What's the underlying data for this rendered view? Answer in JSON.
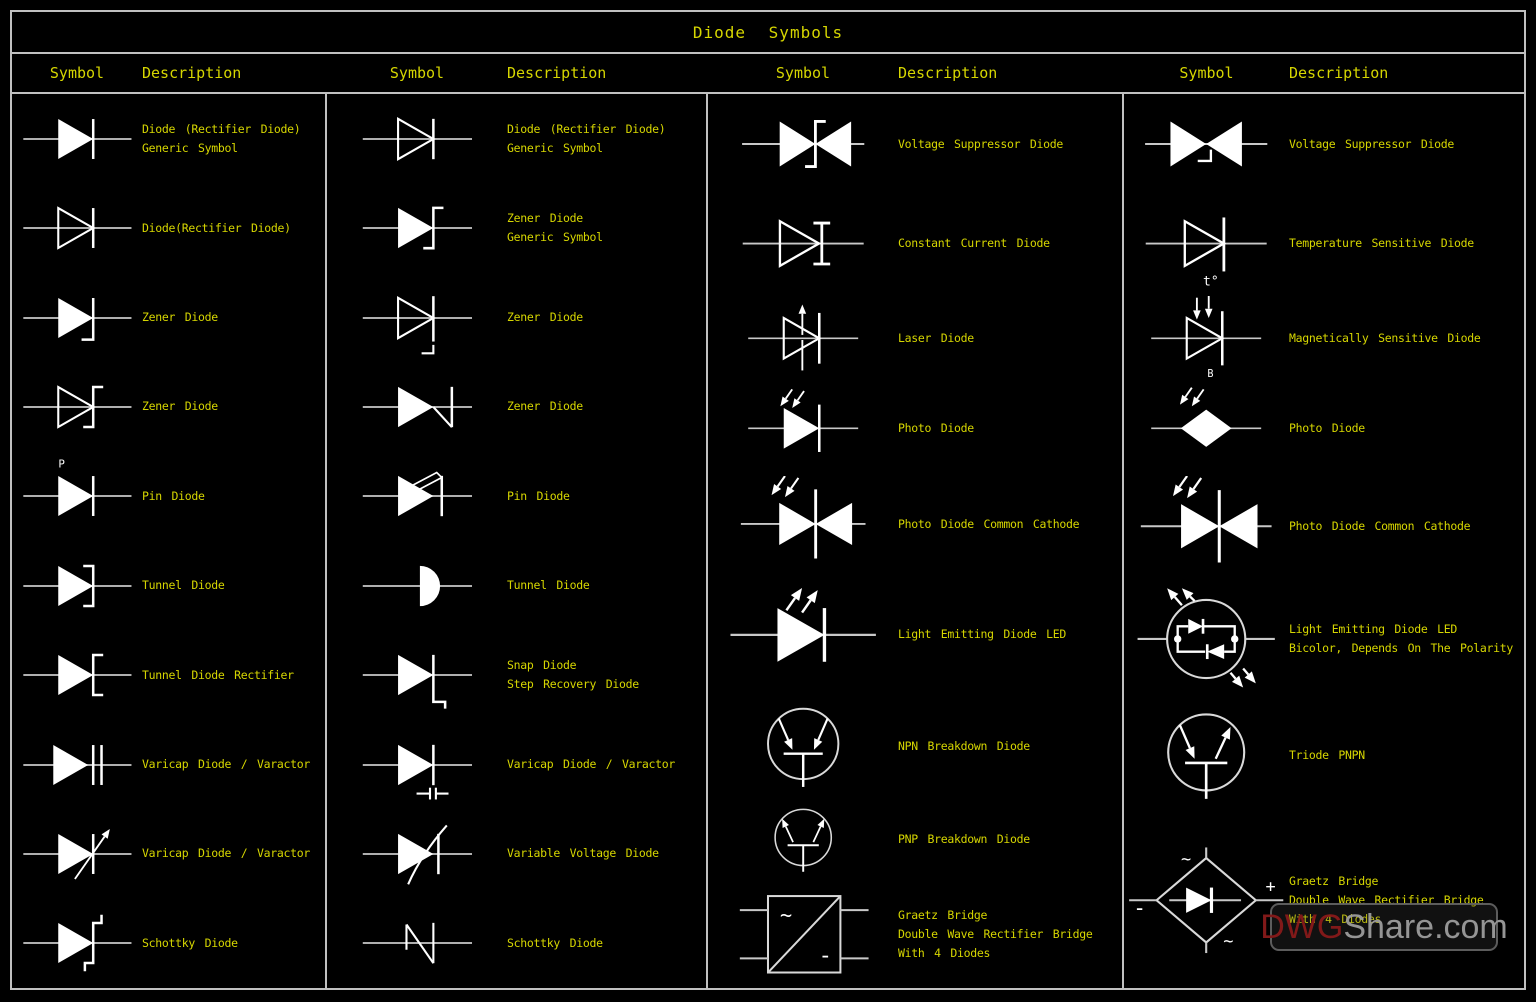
{
  "title": "Diode Symbols",
  "watermark": {
    "part1": "DWG",
    "part2": "Share.com"
  },
  "colors": {
    "background": "#000000",
    "accent_yellow": "#d6d600",
    "symbol_white": "#ffffff",
    "wire_gray": "#c8c8c8",
    "border_gray": "#c0c0c0",
    "watermark_red": "#8a1b1b",
    "watermark_gray": "#9e9e9e"
  },
  "columns": [
    {
      "header": {
        "symbol": "Symbol",
        "description": "Description"
      },
      "rows": [
        {
          "icon": "diode-filled",
          "lines": [
            "Diode (Rectifier Diode)",
            "Generic Symbol"
          ]
        },
        {
          "icon": "diode-outline",
          "lines": [
            "Diode(Rectifier Diode)"
          ]
        },
        {
          "icon": "zener-filled-hook",
          "lines": [
            "Zener Diode"
          ]
        },
        {
          "icon": "zener-outline-z",
          "lines": [
            "Zener Diode"
          ]
        },
        {
          "icon": "pin-filled",
          "lines": [
            "Pin Diode"
          ],
          "labels": {
            "p": "P"
          }
        },
        {
          "icon": "tunnel-filled",
          "lines": [
            "Tunnel Diode"
          ]
        },
        {
          "icon": "tunnel-rect-filled",
          "lines": [
            "Tunnel Diode Rectifier"
          ]
        },
        {
          "icon": "varicap-filled",
          "lines": [
            "Varicap Diode / Varactor"
          ]
        },
        {
          "icon": "varicap-arrow-filled",
          "lines": [
            "Varicap Diode / Varactor"
          ]
        },
        {
          "icon": "schottky-filled",
          "lines": [
            "Schottky Diode"
          ]
        }
      ]
    },
    {
      "header": {
        "symbol": "Symbol",
        "description": "Description"
      },
      "rows": [
        {
          "icon": "diode-outline",
          "lines": [
            "Diode (Rectifier Diode)",
            "Generic Symbol"
          ]
        },
        {
          "icon": "zener-filled-z",
          "lines": [
            "Zener Diode",
            "Generic Symbol"
          ]
        },
        {
          "icon": "zener-outline-hook",
          "lines": [
            "Zener Diode"
          ]
        },
        {
          "icon": "zener-filled-n",
          "lines": [
            "Zener Diode"
          ]
        },
        {
          "icon": "pin-slash-filled",
          "lines": [
            "Pin Diode"
          ]
        },
        {
          "icon": "tunnel-half",
          "lines": [
            "Tunnel Diode"
          ]
        },
        {
          "icon": "snap-filled",
          "lines": [
            "Snap Diode",
            "Step Recovery Diode"
          ]
        },
        {
          "icon": "varicap2-filled",
          "lines": [
            "Varicap Diode / Varactor"
          ]
        },
        {
          "icon": "varvolt-filled",
          "lines": [
            "Variable Voltage Diode"
          ]
        },
        {
          "icon": "schottky-outline-n",
          "lines": [
            "Schottky Diode"
          ]
        }
      ]
    },
    {
      "header": {
        "symbol": "Symbol",
        "description": "Description"
      },
      "rows": [
        {
          "icon": "bowtie-z",
          "lines": [
            "Voltage Suppressor Diode"
          ]
        },
        {
          "icon": "constant-current",
          "lines": [
            "Constant Current Diode"
          ]
        },
        {
          "icon": "laser",
          "lines": [
            "Laser Diode"
          ]
        },
        {
          "icon": "photo-in-filled",
          "lines": [
            "Photo Diode"
          ]
        },
        {
          "icon": "photo-cc",
          "lines": [
            "Photo Diode Common Cathode"
          ]
        },
        {
          "icon": "led-out",
          "lines": [
            "Light Emitting Diode LED"
          ]
        },
        {
          "icon": "npn-breakdown",
          "lines": [
            "NPN Breakdown Diode"
          ]
        },
        {
          "icon": "pnp-breakdown",
          "lines": [
            "PNP Breakdown Diode"
          ]
        },
        {
          "icon": "graetz-square",
          "lines": [
            "Graetz Bridge",
            "Double Wave Rectifier Bridge",
            "With 4 Diodes"
          ],
          "labels": {
            "ac": "~",
            "minus": "-"
          }
        }
      ]
    },
    {
      "header": {
        "symbol": "Symbol",
        "description": "Description"
      },
      "rows": [
        {
          "icon": "bowtie-hook",
          "lines": [
            "Voltage Suppressor Diode"
          ]
        },
        {
          "icon": "temp-sensitive",
          "lines": [
            "Temperature Sensitive Diode"
          ],
          "labels": {
            "t": "t°"
          }
        },
        {
          "icon": "magnetic",
          "lines": [
            "Magnetically Sensitive Diode"
          ],
          "labels": {
            "b": "B"
          }
        },
        {
          "icon": "photo-diamond",
          "lines": [
            "Photo Diode"
          ]
        },
        {
          "icon": "photo-cc",
          "lines": [
            "Photo Diode Common Cathode"
          ]
        },
        {
          "icon": "led-bicolor",
          "lines": [
            "Light Emitting Diode LED",
            "Bicolor, Depends On The Polarity"
          ]
        },
        {
          "icon": "triode-pnpn",
          "lines": [
            "Triode PNPN"
          ]
        },
        {
          "icon": "graetz-diamond",
          "lines": [
            "Graetz Bridge",
            "Double Wave Rectifier Bridge",
            "With 4 Diodes"
          ],
          "labels": {
            "ac": "~",
            "minus": "-",
            "plus": "+"
          }
        }
      ]
    }
  ]
}
